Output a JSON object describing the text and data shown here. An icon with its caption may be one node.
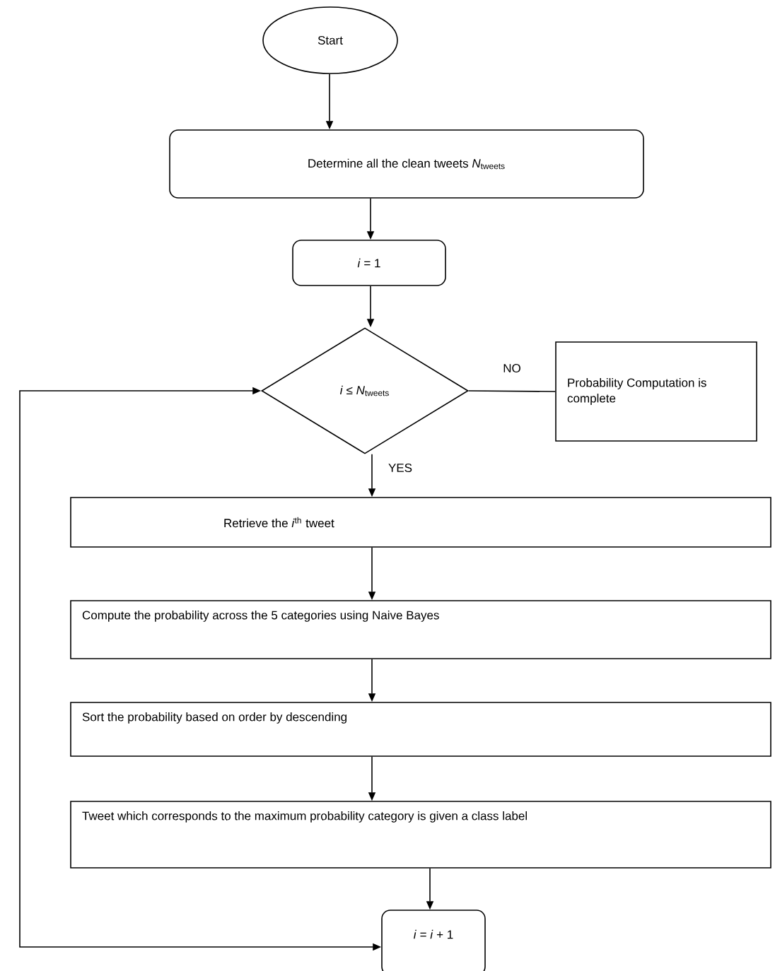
{
  "diagram": {
    "nodes": [
      {
        "text": [
          "Start"
        ]
      },
      {
        "text": [
          "Determine all the clean tweets *N*$_{tweets}$"
        ]
      },
      {
        "text": [
          "*i* = 1"
        ]
      },
      {
        "text": [
          "*i* ≤ *N*$_{tweets}$"
        ]
      },
      {
        "text": [
          "Probability Computation is complete"
        ]
      },
      {
        "text": [
          "Retrieve the *i*$^{th}$ tweet"
        ]
      },
      {
        "text": [
          "Compute the probability across the 5 categories using Naive Bayes"
        ]
      },
      {
        "text": [
          "Sort the probability based on order by descending"
        ]
      },
      {
        "text": [
          "Tweet which corresponds to the maximum probability category is given a class label"
        ]
      },
      {
        "text": [
          "*i* = *i* + 1"
        ]
      }
    ],
    "edges": [
      {
        "from": 0,
        "to": 1,
        "arrow": "to"
      },
      {
        "from": 1,
        "to": 2,
        "arrow": "to"
      },
      {
        "from": 2,
        "to": 3,
        "arrow": "to"
      },
      {
        "from": 3,
        "to": 4,
        "arrow": "none",
        "label": "NO"
      },
      {
        "from": 3,
        "to": 5,
        "arrow": "to",
        "label": "YES"
      },
      {
        "from": 5,
        "to": 6,
        "arrow": "to"
      },
      {
        "from": 6,
        "to": 7,
        "arrow": "to"
      },
      {
        "from": 7,
        "to": 8,
        "arrow": "to"
      },
      {
        "from": 8,
        "to": 9,
        "arrow": "to"
      },
      {
        "from": 9,
        "to": 3,
        "arrow": "both"
      }
    ]
  }
}
